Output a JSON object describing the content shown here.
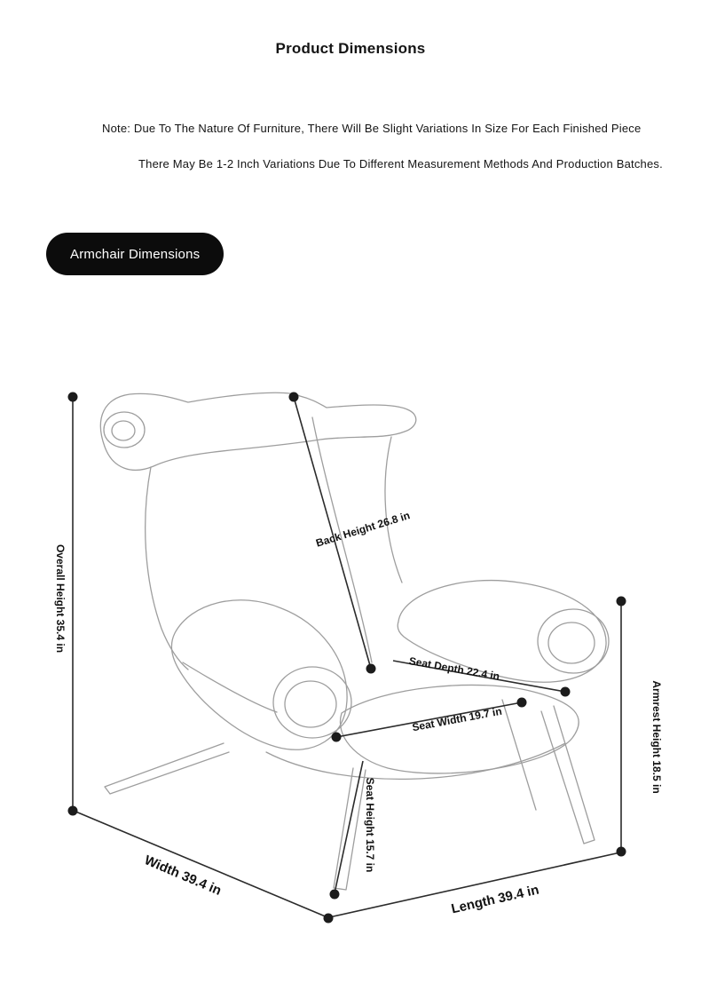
{
  "page": {
    "title": "Product Dimensions",
    "note_line1": "Note: Due To The Nature Of Furniture, There Will Be Slight Variations In Size For Each Finished Piece",
    "note_line2": "There May Be 1-2 Inch Variations Due To Different Measurement Methods And Production Batches.",
    "section_badge": "Armchair Dimensions"
  },
  "dimensions": {
    "overall_height": "Overall Height 35.4 in",
    "back_height": "Back Height 26.8 in",
    "seat_depth": "Seat Depth 22.4 in",
    "seat_width": "Seat Width 19.7 in",
    "seat_height": "Seat Height 15.7 in",
    "armrest_height": "Armrest Height 18.5 in",
    "width": "Width 39.4 in",
    "length": "Length 39.4 in"
  },
  "colors": {
    "badge_bg": "#0c0c0c",
    "line": "#2b2b2b",
    "sketch": "#9e9e9e",
    "text": "#141414"
  }
}
